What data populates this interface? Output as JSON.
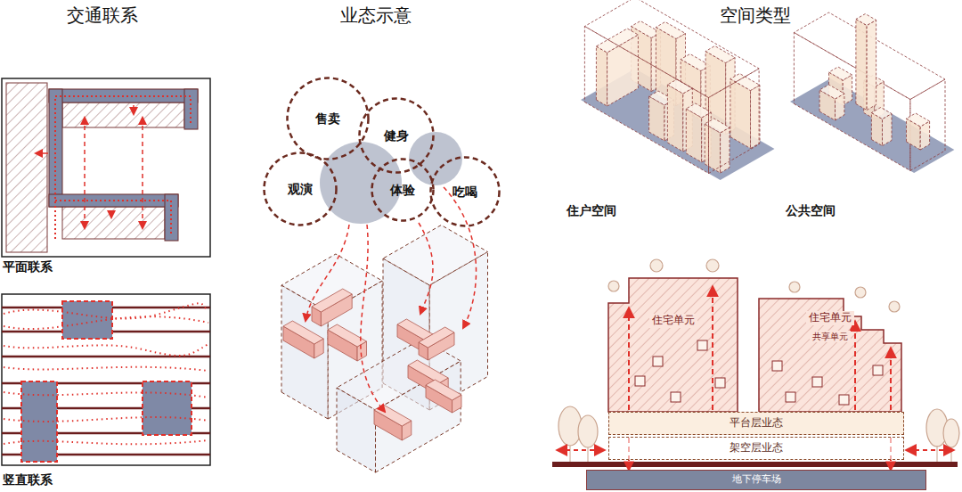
{
  "diagram": {
    "nodes": [
      {
        "text": [
          "售卖"
        ]
      },
      {
        "text": [
          "健身"
        ]
      },
      {
        "text": [
          "观演"
        ]
      },
      {
        "text": [
          "体验"
        ]
      },
      {
        "text": [
          "吃喝"
        ]
      },
      {
        "text": [
          "住宅单元"
        ]
      },
      {
        "text": [
          "住宅单元",
          "共享单元"
        ]
      },
      {
        "text": [
          "平台层业态"
        ]
      },
      {
        "text": [
          "架空层业态"
        ]
      },
      {
        "text": [
          "地下停车场"
        ]
      }
    ],
    "edges": [
      {
        "from": 9,
        "to": 5,
        "arrow": "both"
      },
      {
        "from": 9,
        "to": 6,
        "arrow": "both"
      }
    ],
    "labels": [
      "交通联系",
      "业态示意",
      "空间类型",
      "平面联系",
      "竖直联系",
      "住户空间",
      "公共空间"
    ]
  }
}
